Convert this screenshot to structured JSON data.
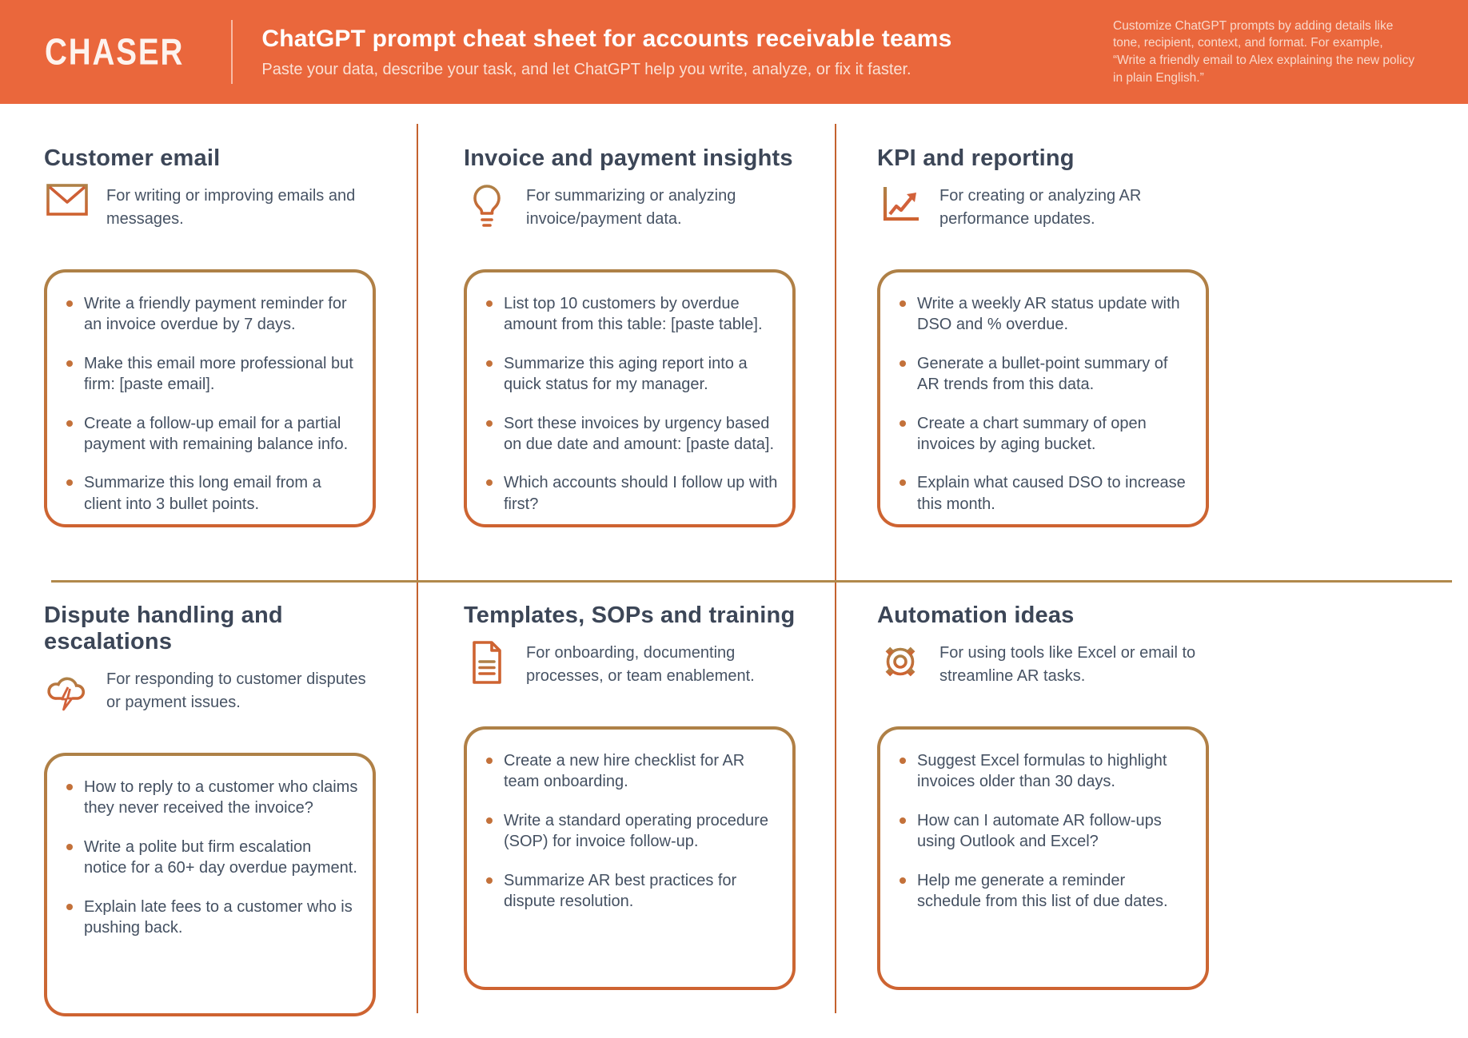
{
  "header": {
    "logo": "CHASER",
    "title": "ChatGPT prompt cheat sheet for accounts receivable teams",
    "subtitle": "Paste your data, describe your task, and let ChatGPT help you write, analyze, or fix it faster.",
    "note": "Customize ChatGPT prompts by adding details like tone, recipient, context, and format. For example, “Write a friendly email to Alex explaining the new policy in plain English.”"
  },
  "colors": {
    "header_bg": "#EA673C",
    "accent_orange": "#CE6331",
    "accent_gold": "#AE8147",
    "text_dark": "#3C4657",
    "text_body": "#445061",
    "vertical_divider": "#C4622E",
    "horizontal_divider": "#B1894B"
  },
  "sections": [
    {
      "title": "Customer email",
      "icon": "envelope-icon",
      "description": "For writing or improving emails and messages.",
      "prompts": [
        "Write a friendly payment reminder for an invoice overdue by 7 days.",
        "Make this email more professional but firm: [paste email].",
        "Create a follow-up email for a partial payment with remaining balance info.",
        "Summarize this long email from a client into 3 bullet points."
      ]
    },
    {
      "title": "Invoice and payment insights",
      "icon": "lightbulb-icon",
      "description": "For summarizing or analyzing invoice/payment data.",
      "prompts": [
        "List top 10 customers by overdue amount from this table: [paste table].",
        "Summarize this aging report into a quick status for my manager.",
        "Sort these invoices by urgency based on due date and amount: [paste data].",
        "Which accounts should I follow up with first?"
      ]
    },
    {
      "title": "KPI and reporting",
      "icon": "line-chart-icon",
      "description": "For creating or analyzing AR performance updates.",
      "prompts": [
        "Write a weekly AR status update with DSO and % overdue.",
        "Generate a bullet-point summary of AR trends from this data.",
        "Create a chart summary of open invoices by aging bucket.",
        "Explain what caused DSO to increase this month."
      ]
    },
    {
      "title": "Dispute handling and escalations",
      "icon": "storm-cloud-icon",
      "description": "For responding to customer disputes or payment issues.",
      "prompts": [
        "How to reply to a customer who claims they never received the invoice?",
        "Write a polite but firm escalation notice for a 60+ day overdue payment.",
        "Explain late fees to a customer who is pushing back."
      ]
    },
    {
      "title": "Templates, SOPs and training",
      "icon": "document-icon",
      "description": "For onboarding, documenting processes, or team enablement.",
      "prompts": [
        "Create a new hire checklist for AR team onboarding.",
        "Write a standard operating procedure (SOP) for invoice follow-up.",
        "Summarize AR best practices for dispute resolution."
      ]
    },
    {
      "title": "Automation ideas",
      "icon": "gear-icon",
      "description": "For using tools like Excel or email to streamline AR tasks.",
      "prompts": [
        "Suggest Excel formulas to highlight invoices older than 30 days.",
        "How can I automate AR follow-ups using Outlook and Excel?",
        "Help me generate a reminder schedule from this list of due dates."
      ]
    }
  ]
}
